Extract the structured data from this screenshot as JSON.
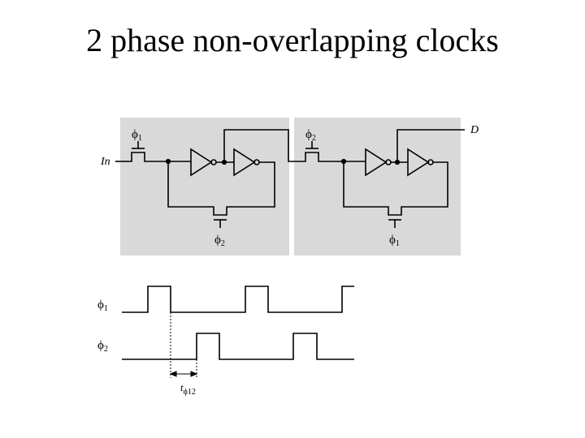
{
  "title": "2 phase non-overlapping clocks",
  "latch1": {
    "input_label": "In",
    "pass_gate_label": "ϕ",
    "pass_gate_sub": "1",
    "feedback_label": "ϕ",
    "feedback_sub": "2"
  },
  "latch2": {
    "output_label": "D",
    "pass_gate_label": "ϕ",
    "pass_gate_sub": "2",
    "feedback_label": "ϕ",
    "feedback_sub": "1"
  },
  "timing": {
    "phi1_label": "ϕ",
    "phi1_sub": "1",
    "phi2_label": "ϕ",
    "phi2_sub": "2",
    "gap_label": "t",
    "gap_sub": "ϕ12"
  },
  "colors": {
    "latch_background": "#d9d9d9",
    "wire": "#000000"
  }
}
